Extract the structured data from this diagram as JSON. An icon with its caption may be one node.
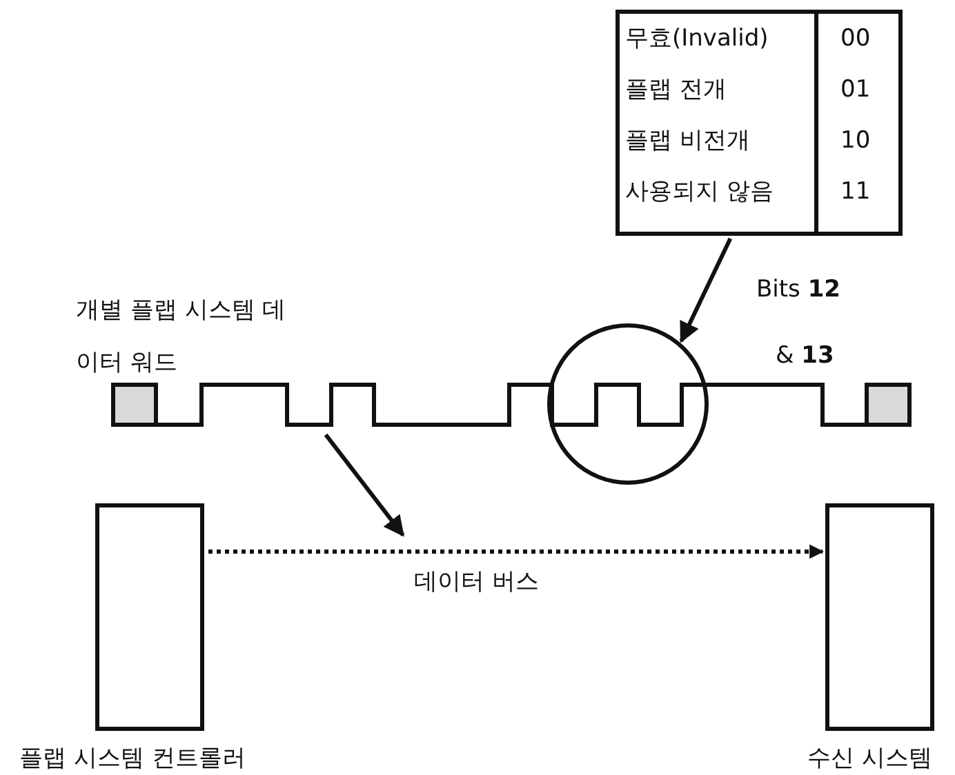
{
  "diagram": {
    "nodes": [
      {
        "text": [
          "무효(Invalid)",
          "00",
          "플랩 전개",
          "01",
          "플랩 비전개",
          "10",
          "사용되지 않음",
          "11"
        ]
      },
      {
        "text": [],
        "shape": "circle"
      },
      {
        "text": [],
        "shape": "waveform",
        "beside": [
          "개별 플랩 시스템 데이터 워드"
        ]
      },
      {
        "text": [],
        "shape": "box",
        "beside": [
          "플랩 시스템 컨트롤러"
        ]
      },
      {
        "text": [],
        "shape": "box",
        "beside": [
          "수신 시스템"
        ]
      }
    ],
    "edges": [
      {
        "from": 0,
        "to": 1,
        "arrow": "to"
      },
      {
        "from": 2,
        "to": null,
        "arrow": "to"
      },
      {
        "from": 3,
        "to": 4,
        "arrow": "to",
        "label": "데이터 버스",
        "style": "dashed"
      }
    ],
    "labels": [
      "Bits **12**",
      "& **13**"
    ]
  }
}
